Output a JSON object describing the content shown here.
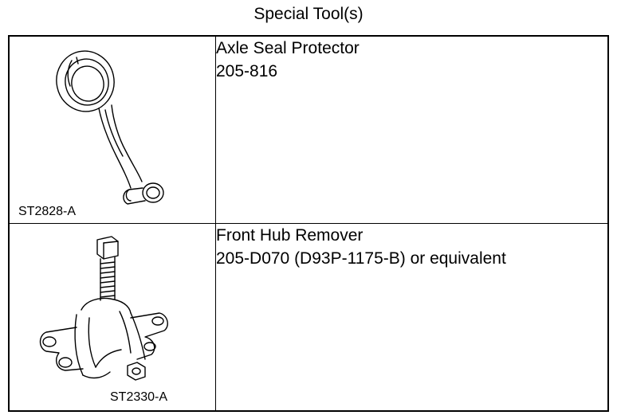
{
  "title": "Special Tool(s)",
  "tools": [
    {
      "illustration_code": "ST2828-A",
      "name": "Axle Seal Protector",
      "number": "205-816"
    },
    {
      "illustration_code": "ST2330-A",
      "name": "Front Hub Remover",
      "number": "205-D070 (D93P-1175-B) or equivalent"
    }
  ]
}
